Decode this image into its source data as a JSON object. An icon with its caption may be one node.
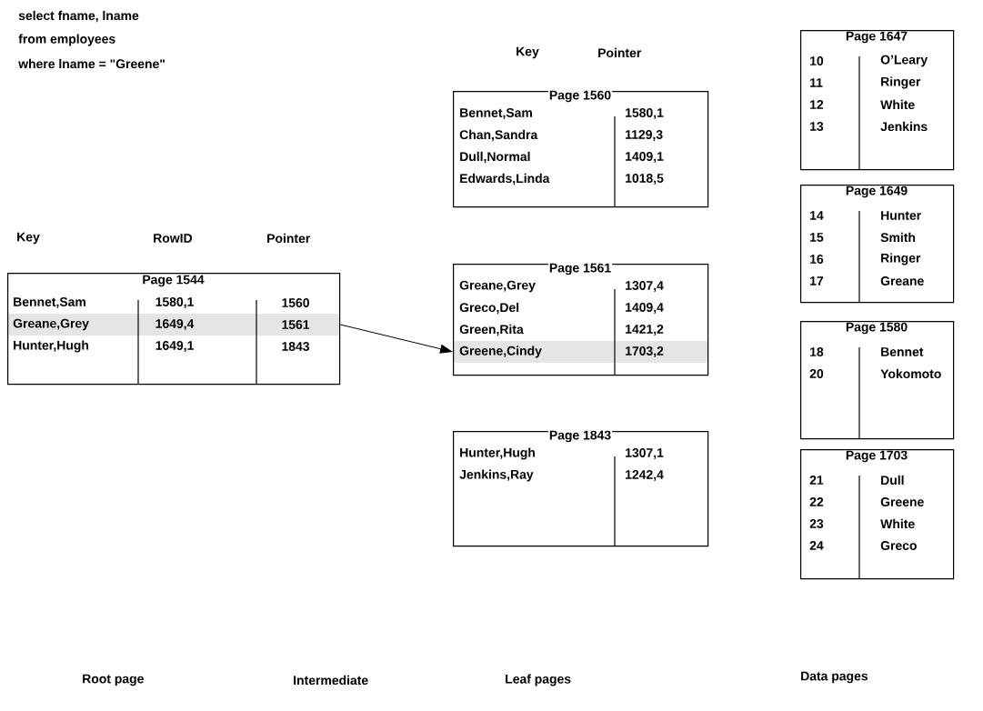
{
  "diagram": {
    "nodes": [
      {
        "text": [
          "Page 1544",
          "Bennet,Sam",
          "1580,1",
          "1560",
          "Greane,Grey",
          "1649,4",
          "1561",
          "Hunter,Hugh",
          "1649,1",
          "1843"
        ]
      },
      {
        "text": [
          "Page 1560",
          "Bennet,Sam",
          "1580,1",
          "Chan,Sandra",
          "1129,3",
          "Dull,Normal",
          "1409,1",
          "Edwards,Linda",
          "1018,5"
        ]
      },
      {
        "text": [
          "Page 1561",
          "Greane,Grey",
          "1307,4",
          "Greco,Del",
          "1409,4",
          "Green,Rita",
          "1421,2",
          "Greene,Cindy",
          "1703,2"
        ]
      },
      {
        "text": [
          "Page 1843",
          "Hunter,Hugh",
          "1307,1",
          "Jenkins,Ray",
          "1242,4"
        ]
      },
      {
        "text": [
          "Page 1647",
          "10",
          "O’Leary",
          "11",
          "Ringer",
          "12",
          "White",
          "13",
          "Jenkins"
        ]
      },
      {
        "text": [
          "Page 1649",
          "14",
          "Hunter",
          "15",
          "Smith",
          "16",
          "Ringer",
          "17",
          "Greane"
        ]
      },
      {
        "text": [
          "Page 1580",
          "18",
          "Bennet",
          "20",
          "Yokomoto"
        ]
      },
      {
        "text": [
          "Page 1703",
          "21",
          "Dull",
          "22",
          "Greene",
          "23",
          "White",
          "24",
          "Greco"
        ]
      }
    ],
    "edges": [
      {
        "from": 0,
        "to": 2,
        "arrow": "to"
      }
    ],
    "labels": [
      "select fname, lname",
      "from employees",
      "where lname = \"Greene\"",
      "Key",
      "Pointer",
      "Key",
      "RowID",
      "Pointer",
      "Root page",
      "Intermediate",
      "Leaf pages",
      "Data pages"
    ]
  }
}
